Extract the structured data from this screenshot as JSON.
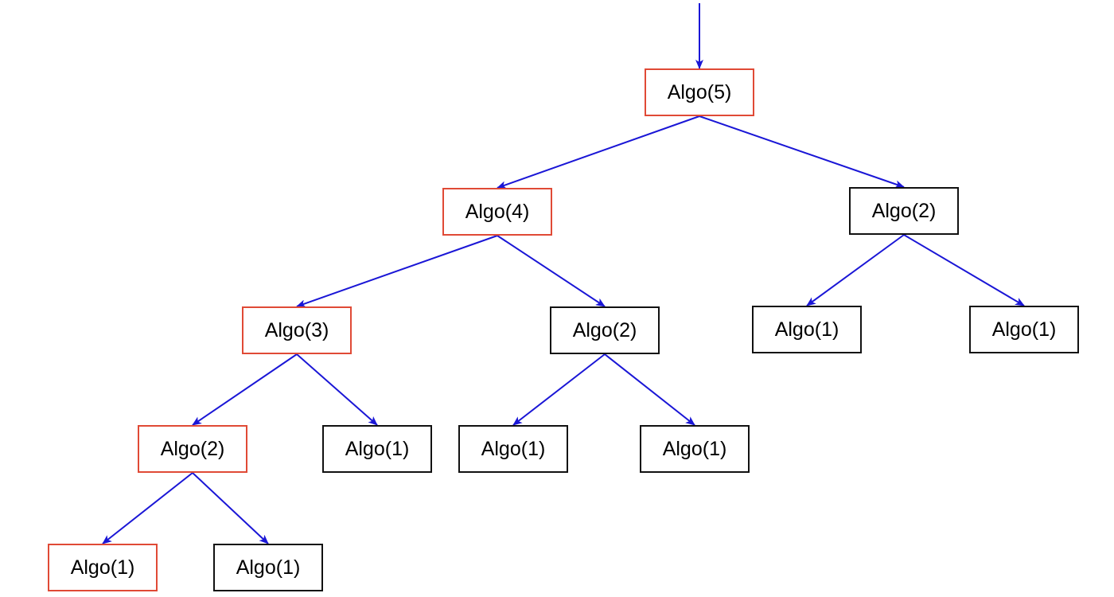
{
  "colors": {
    "edge": "#1a16d6",
    "highlight_border": "#e04a36",
    "normal_border": "#111111"
  },
  "nodes": {
    "root": {
      "label": "Algo(5)",
      "highlighted": true
    },
    "l1a": {
      "label": "Algo(4)",
      "highlighted": true
    },
    "l1b": {
      "label": "Algo(2)",
      "highlighted": false
    },
    "l2a": {
      "label": "Algo(3)",
      "highlighted": true
    },
    "l2b": {
      "label": "Algo(2)",
      "highlighted": false
    },
    "l2c": {
      "label": "Algo(1)",
      "highlighted": false
    },
    "l2d": {
      "label": "Algo(1)",
      "highlighted": false
    },
    "l3a": {
      "label": "Algo(2)",
      "highlighted": true
    },
    "l3b": {
      "label": "Algo(1)",
      "highlighted": false
    },
    "l3c": {
      "label": "Algo(1)",
      "highlighted": false
    },
    "l3d": {
      "label": "Algo(1)",
      "highlighted": false
    },
    "l4a": {
      "label": "Algo(1)",
      "highlighted": true
    },
    "l4b": {
      "label": "Algo(1)",
      "highlighted": false
    }
  },
  "edges": [
    [
      "entry",
      "root"
    ],
    [
      "root",
      "l1a"
    ],
    [
      "root",
      "l1b"
    ],
    [
      "l1a",
      "l2a"
    ],
    [
      "l1a",
      "l2b"
    ],
    [
      "l1b",
      "l2c"
    ],
    [
      "l1b",
      "l2d"
    ],
    [
      "l2a",
      "l3a"
    ],
    [
      "l2a",
      "l3b"
    ],
    [
      "l2b",
      "l3c"
    ],
    [
      "l2b",
      "l3d"
    ],
    [
      "l3a",
      "l4a"
    ],
    [
      "l3a",
      "l4b"
    ]
  ]
}
